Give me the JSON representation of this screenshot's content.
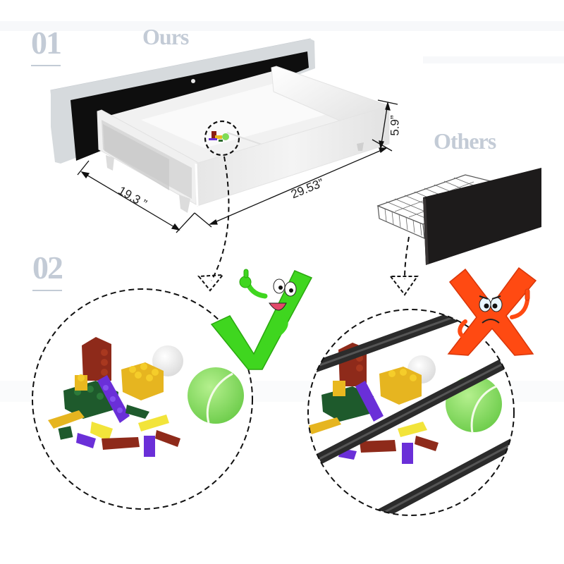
{
  "sections": [
    {
      "number": "01",
      "title": "Ours"
    },
    {
      "number": "02",
      "title": "Others"
    }
  ],
  "dimensions": {
    "depth": "19.3 ”",
    "width": "29.53”",
    "height": "5.9”"
  },
  "comparison": {
    "ours": {
      "verdict": "check-mark",
      "contents": [
        "building blocks",
        "golf ball",
        "tennis ball"
      ]
    },
    "others": {
      "verdict": "x-mark",
      "contents": [
        "building blocks",
        "golf ball",
        "tennis ball",
        "wire bars"
      ]
    }
  },
  "colors": {
    "label_gray": "#c3cbd6",
    "check_green": "#3fd61f",
    "x_red": "#ff4a12",
    "tennis_green": "#8ee06a",
    "headboard_gray": "#d3d7db",
    "panel_black": "#111111",
    "wire_bar": "#2b2b2b"
  }
}
